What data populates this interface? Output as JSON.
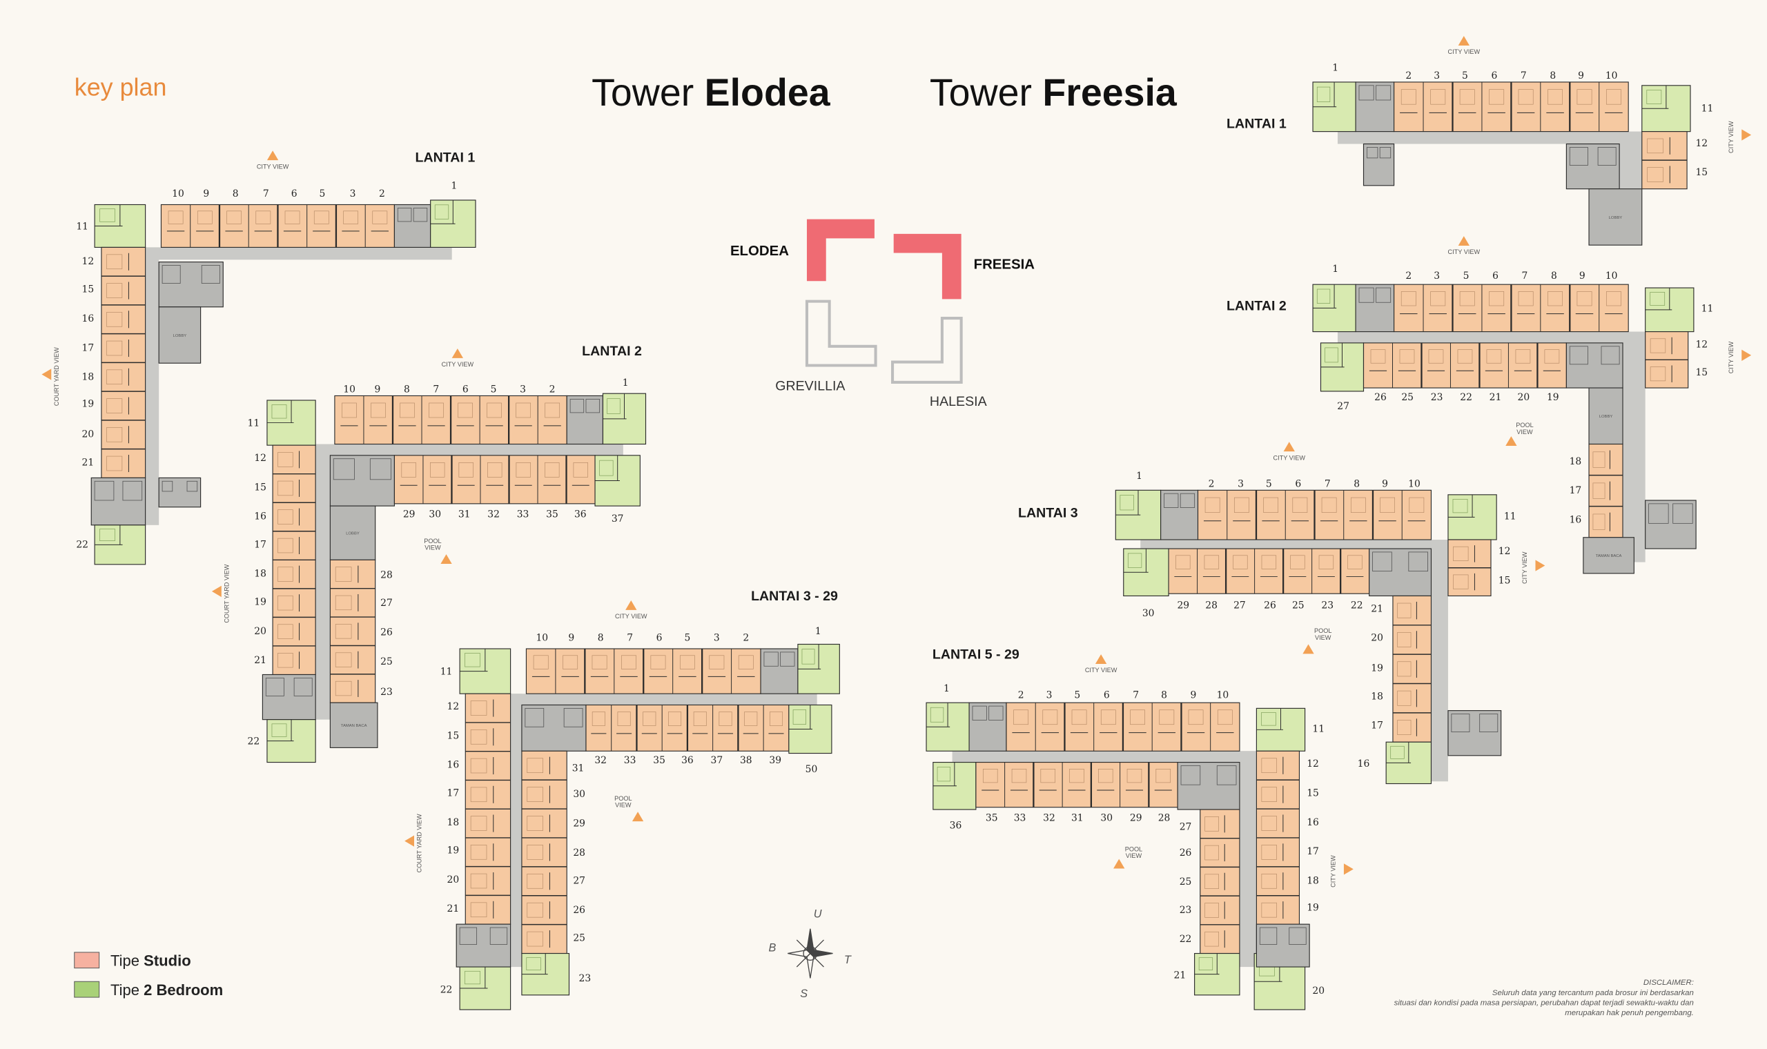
{
  "key_plan_label": "key plan",
  "towers": {
    "elodea": {
      "prefix": "Tower",
      "name": "Elodea"
    },
    "freesia": {
      "prefix": "Tower",
      "name": "Freesia"
    }
  },
  "key_plan": {
    "elodea": "ELODEA",
    "freesia": "FREESIA",
    "grevillia": "GREVILLIA",
    "halesia": "HALESIA"
  },
  "colors": {
    "studio": "#f6c9a1",
    "two_bedroom": "#d8eab0",
    "corridor": "#cacac7",
    "core": "#b7b7b4",
    "accent": "#e88a3c",
    "key_active": "#ef6b73",
    "key_inactive": "#c3c3c3"
  },
  "views": {
    "city": "CITY VIEW",
    "court_yard": "COURT YARD VIEW",
    "pool_line1": "POOL",
    "pool_line2": "VIEW",
    "lobby": "LOBBY",
    "taman_baca": "TAMAN BACA"
  },
  "plans": {
    "e1": {
      "title": "LANTAI 1",
      "units": [
        "10",
        "9",
        "8",
        "7",
        "6",
        "5",
        "3",
        "2",
        "1",
        "11",
        "12",
        "15",
        "16",
        "17",
        "18",
        "19",
        "20",
        "21",
        "22"
      ]
    },
    "e2": {
      "title": "LANTAI 2",
      "units": [
        "10",
        "9",
        "8",
        "7",
        "6",
        "5",
        "3",
        "2",
        "1",
        "11",
        "12",
        "15",
        "16",
        "17",
        "18",
        "19",
        "20",
        "21",
        "22",
        "29",
        "30",
        "31",
        "32",
        "33",
        "35",
        "36",
        "37",
        "28",
        "27",
        "26",
        "25",
        "23"
      ]
    },
    "e3": {
      "title": "LANTAI 3 - 29",
      "units": [
        "10",
        "9",
        "8",
        "7",
        "6",
        "5",
        "3",
        "2",
        "1",
        "11",
        "12",
        "15",
        "16",
        "17",
        "18",
        "19",
        "20",
        "21",
        "22",
        "31",
        "32",
        "33",
        "35",
        "36",
        "37",
        "38",
        "39",
        "50",
        "30",
        "29",
        "28",
        "27",
        "26",
        "25",
        "23"
      ]
    },
    "f1": {
      "title": "LANTAI 1",
      "units": [
        "1",
        "2",
        "3",
        "5",
        "6",
        "7",
        "8",
        "9",
        "10",
        "11",
        "12",
        "15"
      ]
    },
    "f2": {
      "title": "LANTAI 2",
      "units": [
        "1",
        "2",
        "3",
        "5",
        "6",
        "7",
        "8",
        "9",
        "10",
        "11",
        "12",
        "15",
        "27",
        "26",
        "25",
        "23",
        "22",
        "21",
        "20",
        "19",
        "18",
        "17",
        "16"
      ]
    },
    "f3": {
      "title": "LANTAI 3",
      "units": [
        "1",
        "2",
        "3",
        "5",
        "6",
        "7",
        "8",
        "9",
        "10",
        "11",
        "12",
        "15",
        "30",
        "29",
        "28",
        "27",
        "26",
        "25",
        "23",
        "22",
        "21",
        "20",
        "19",
        "18",
        "17",
        "16"
      ]
    },
    "f5": {
      "title": "LANTAI 5 - 29",
      "units": [
        "1",
        "2",
        "3",
        "5",
        "6",
        "7",
        "8",
        "9",
        "10",
        "11",
        "12",
        "15",
        "16",
        "17",
        "18",
        "19",
        "20",
        "36",
        "35",
        "33",
        "32",
        "31",
        "30",
        "29",
        "28",
        "27",
        "26",
        "25",
        "23",
        "22",
        "21"
      ]
    }
  },
  "legend": {
    "studio": {
      "prefix": "Tipe",
      "name": "Studio"
    },
    "two_bedroom": {
      "prefix": "Tipe",
      "name": "2 Bedroom"
    }
  },
  "compass": {
    "north": "U",
    "east": "T",
    "south": "S",
    "west": "B"
  },
  "disclaimer": {
    "title": "DISCLAIMER:",
    "lines": [
      "Seluruh data yang tercantum pada brosur ini berdasarkan",
      "situasi dan kondisi pada masa persiapan, perubahan dapat terjadi sewaktu-waktu dan",
      "merupakan hak penuh pengembang."
    ]
  }
}
